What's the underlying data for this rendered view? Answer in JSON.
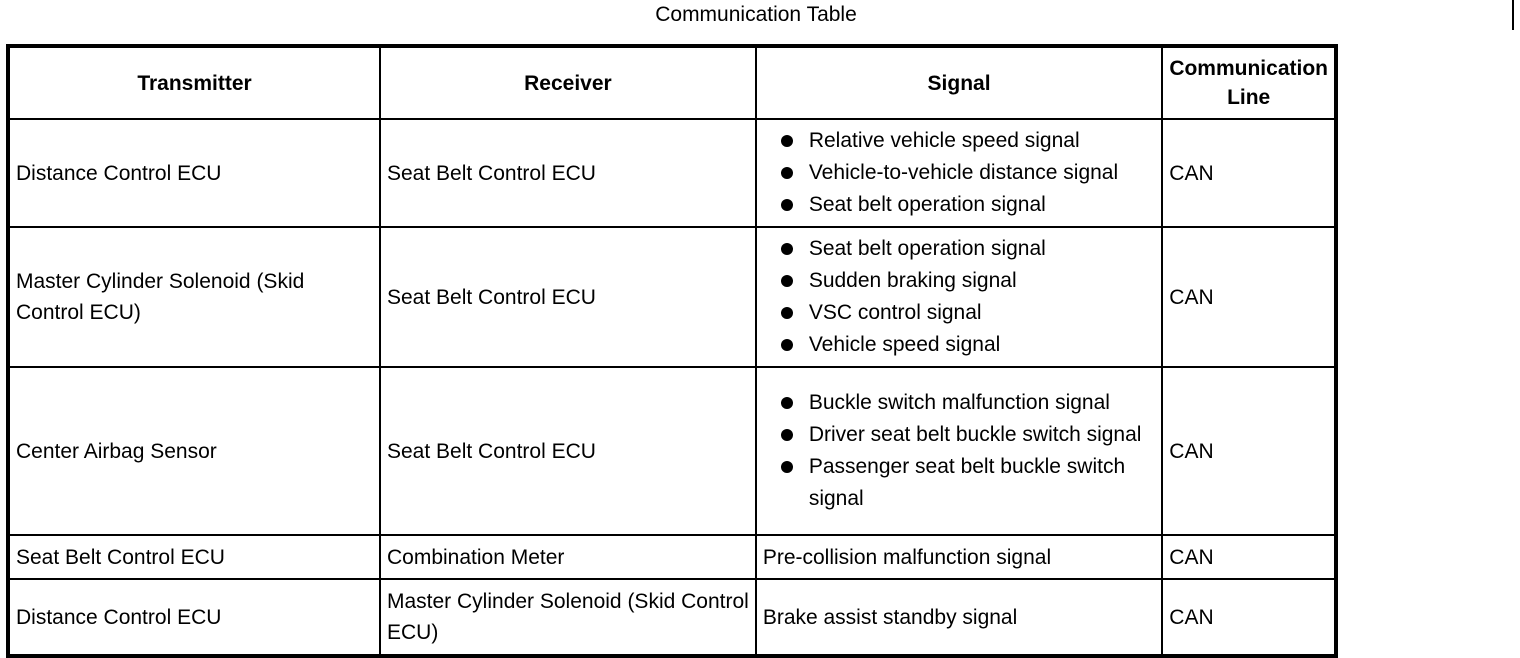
{
  "title": "Communication Table",
  "table": {
    "headers": {
      "transmitter": "Transmitter",
      "receiver": "Receiver",
      "signal": "Signal",
      "communication_line": "Communication Line"
    },
    "rows": [
      {
        "transmitter": "Distance Control ECU",
        "receiver": "Seat Belt Control ECU",
        "signals": [
          "Relative vehicle speed signal",
          "Vehicle-to-vehicle distance signal",
          "Seat belt operation signal"
        ],
        "line": "CAN"
      },
      {
        "transmitter": "Master Cylinder Solenoid (Skid Control ECU)",
        "receiver": "Seat Belt Control ECU",
        "signals": [
          "Seat belt operation signal",
          "Sudden braking signal",
          "VSC control signal",
          "Vehicle speed signal"
        ],
        "line": "CAN"
      },
      {
        "transmitter": "Center Airbag Sensor",
        "receiver": "Seat Belt Control ECU",
        "signals": [
          "Buckle switch malfunction signal",
          "Driver seat belt buckle switch signal",
          "Passenger seat belt buckle switch signal"
        ],
        "line": "CAN"
      },
      {
        "transmitter": "Seat Belt Control ECU",
        "receiver": "Combination Meter",
        "signal": "Pre-collision malfunction signal",
        "line": "CAN"
      },
      {
        "transmitter": "Distance Control ECU",
        "receiver": "Master Cylinder Solenoid (Skid Control ECU)",
        "signal": "Brake assist standby signal",
        "line": "CAN"
      }
    ]
  }
}
